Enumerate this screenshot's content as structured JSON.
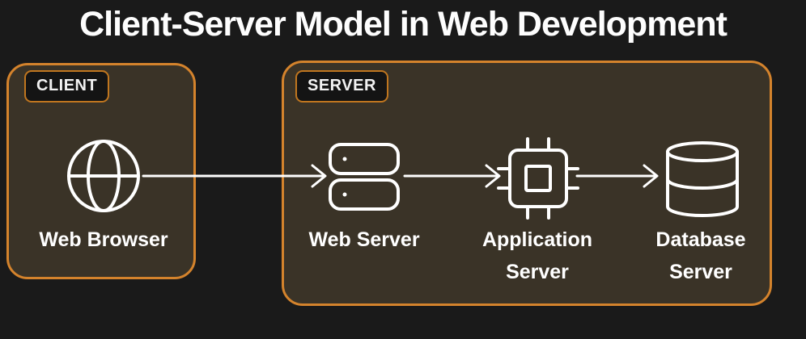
{
  "title": "Client-Server Model in Web Development",
  "client_group": {
    "badge_label": "CLIENT",
    "nodes": [
      {
        "label": "Web Browser",
        "icon": "globe-icon"
      }
    ]
  },
  "server_group": {
    "badge_label": "SERVER",
    "nodes": [
      {
        "label": "Web Server",
        "icon": "server-stack-icon"
      },
      {
        "label": "Application Server",
        "icon": "cpu-icon"
      },
      {
        "label": "Database Server",
        "icon": "database-icon"
      }
    ]
  },
  "connections": [
    {
      "from": "Web Browser",
      "to": "Web Server"
    },
    {
      "from": "Web Server",
      "to": "Application Server"
    },
    {
      "from": "Application Server",
      "to": "Database Server"
    }
  ],
  "colors": {
    "background": "#1a1a1a",
    "group_box_fill": "#3a3327",
    "group_box_border": "#d4832c",
    "badge_fill": "#141414",
    "badge_border": "#c0761f",
    "line_and_text": "#ffffff"
  }
}
